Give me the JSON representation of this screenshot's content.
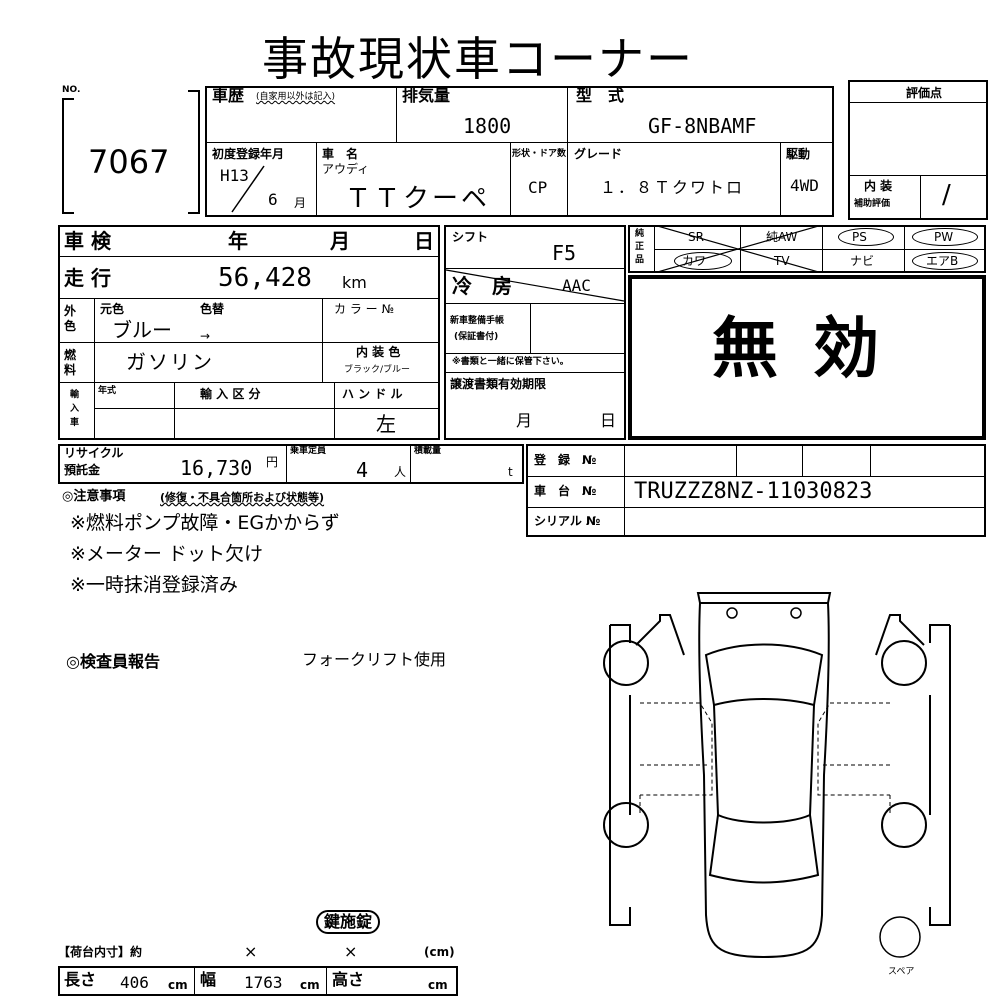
{
  "title": "事故現状車コーナー",
  "lot": {
    "no_label": "NO.",
    "number": "7067"
  },
  "history": {
    "label": "車歴",
    "note": "(自家用以外は記入)"
  },
  "displacement": {
    "label": "排気量",
    "value": "1800"
  },
  "model": {
    "label": "型　式",
    "value": "GF-8NBAMF"
  },
  "rating": {
    "label": "評価点",
    "interior_label_1": "内 装",
    "interior_label_2": "補助評価",
    "interior_value": "/"
  },
  "first_reg": {
    "label": "初度登録年月",
    "era_year": "H13",
    "month": "6",
    "month_unit": "月"
  },
  "car_name": {
    "label": "車　名",
    "maker": "アウディ",
    "name": "ＴＴクーペ"
  },
  "shape": {
    "label": "形状・ドア数",
    "value": "CP"
  },
  "grade": {
    "label": "グレード",
    "value": "１．８Ｔクワトロ"
  },
  "drive": {
    "label": "駆動",
    "value": "4WD"
  },
  "inspection": {
    "label": "車 検",
    "year": "年",
    "month": "月",
    "day": "日"
  },
  "shift": {
    "label": "シフト",
    "value": "F5"
  },
  "equipment": {
    "side_label": "純正品",
    "row1": [
      "SR",
      "純AW",
      "PS",
      "PW"
    ],
    "row2": [
      "カワ",
      "TV",
      "ナビ",
      "エアB"
    ]
  },
  "mileage": {
    "label": "走 行",
    "value": "56,428",
    "unit": "km"
  },
  "ac": {
    "label": "冷　房",
    "value": "AAC"
  },
  "void_stamp": "無 効",
  "color": {
    "side_label": "外色",
    "orig_label": "元色",
    "orig_value": "ブルー",
    "change_label": "色替",
    "arrow": "→",
    "code_label": "カ ラ ー №"
  },
  "maint_book": {
    "label1": "新車整備手帳",
    "label2": "(保証書付)",
    "note": "※書類と一緒に保管下さい。"
  },
  "fuel": {
    "side_label": "燃料",
    "value": "ガソリン"
  },
  "interior": {
    "label": "内 装 色",
    "value": "ブラック/ブルー"
  },
  "import": {
    "side_label": "輸入車",
    "year_label": "年式",
    "class_label": "輸 入 区 分",
    "handle_label": "ハ ン ド ル",
    "handle_value": "左"
  },
  "transfer_docs": {
    "label": "譲渡書類有効期限",
    "month": "月",
    "day": "日"
  },
  "recycle": {
    "label1": "リサイクル",
    "label2": "預託金",
    "value": "16,730",
    "unit": "円"
  },
  "capacity": {
    "label": "乗車定員",
    "value": "4",
    "unit": "人"
  },
  "load": {
    "label": "積載量",
    "unit": "t"
  },
  "registration": {
    "reg_label": "登　録　№",
    "chassis_label": "車　台　№",
    "chassis_value": "TRUZZZ8NZ-11030823",
    "serial_label": "シリアル №"
  },
  "notes": {
    "heading": "◎注意事項",
    "heading_sub": "(修復・不具合箇所および状態等)",
    "items": [
      "※燃料ポンプ故障・EGかからず",
      "※メーター ドット欠け",
      "※一時抹消登録済み"
    ]
  },
  "inspector": {
    "label": "◎検査員報告",
    "text": "フォークリフト使用"
  },
  "key": {
    "label": "鍵施錠"
  },
  "cargo": {
    "header": "【荷台内寸】約",
    "times1": "×",
    "times2": "×",
    "unit_cm": "(cm)",
    "length_label": "長さ",
    "length_value": "406",
    "width_label": "幅",
    "width_value": "1763",
    "height_label": "高さ",
    "cm": "cm"
  },
  "spare_label": "スペア"
}
